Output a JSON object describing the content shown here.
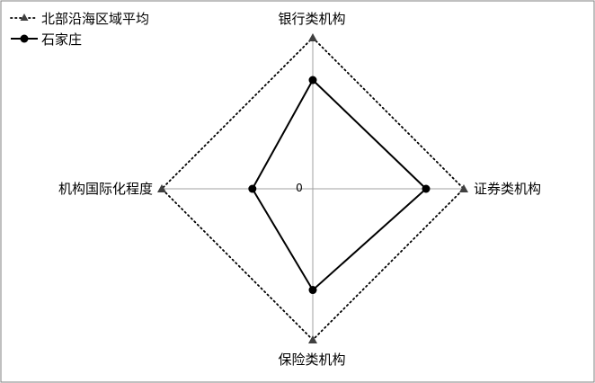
{
  "chart_data": {
    "type": "radar",
    "axes": [
      "银行类机构",
      "证券类机构",
      "保险类机构",
      "机构国际化程度"
    ],
    "center_tick": "0",
    "rmax": 1.0,
    "series": [
      {
        "name": "北部沿海区域平均",
        "values": [
          1.0,
          1.0,
          1.0,
          1.0
        ],
        "color": "#000000",
        "line_style": "dotted",
        "marker": "triangle"
      },
      {
        "name": "石家庄",
        "values": [
          0.72,
          0.75,
          0.67,
          0.4
        ],
        "color": "#000000",
        "line_style": "solid",
        "marker": "circle"
      }
    ],
    "legend_position": "top-left",
    "grid": true,
    "border_color": "#808080",
    "axis_color": "#a0a0a0"
  }
}
